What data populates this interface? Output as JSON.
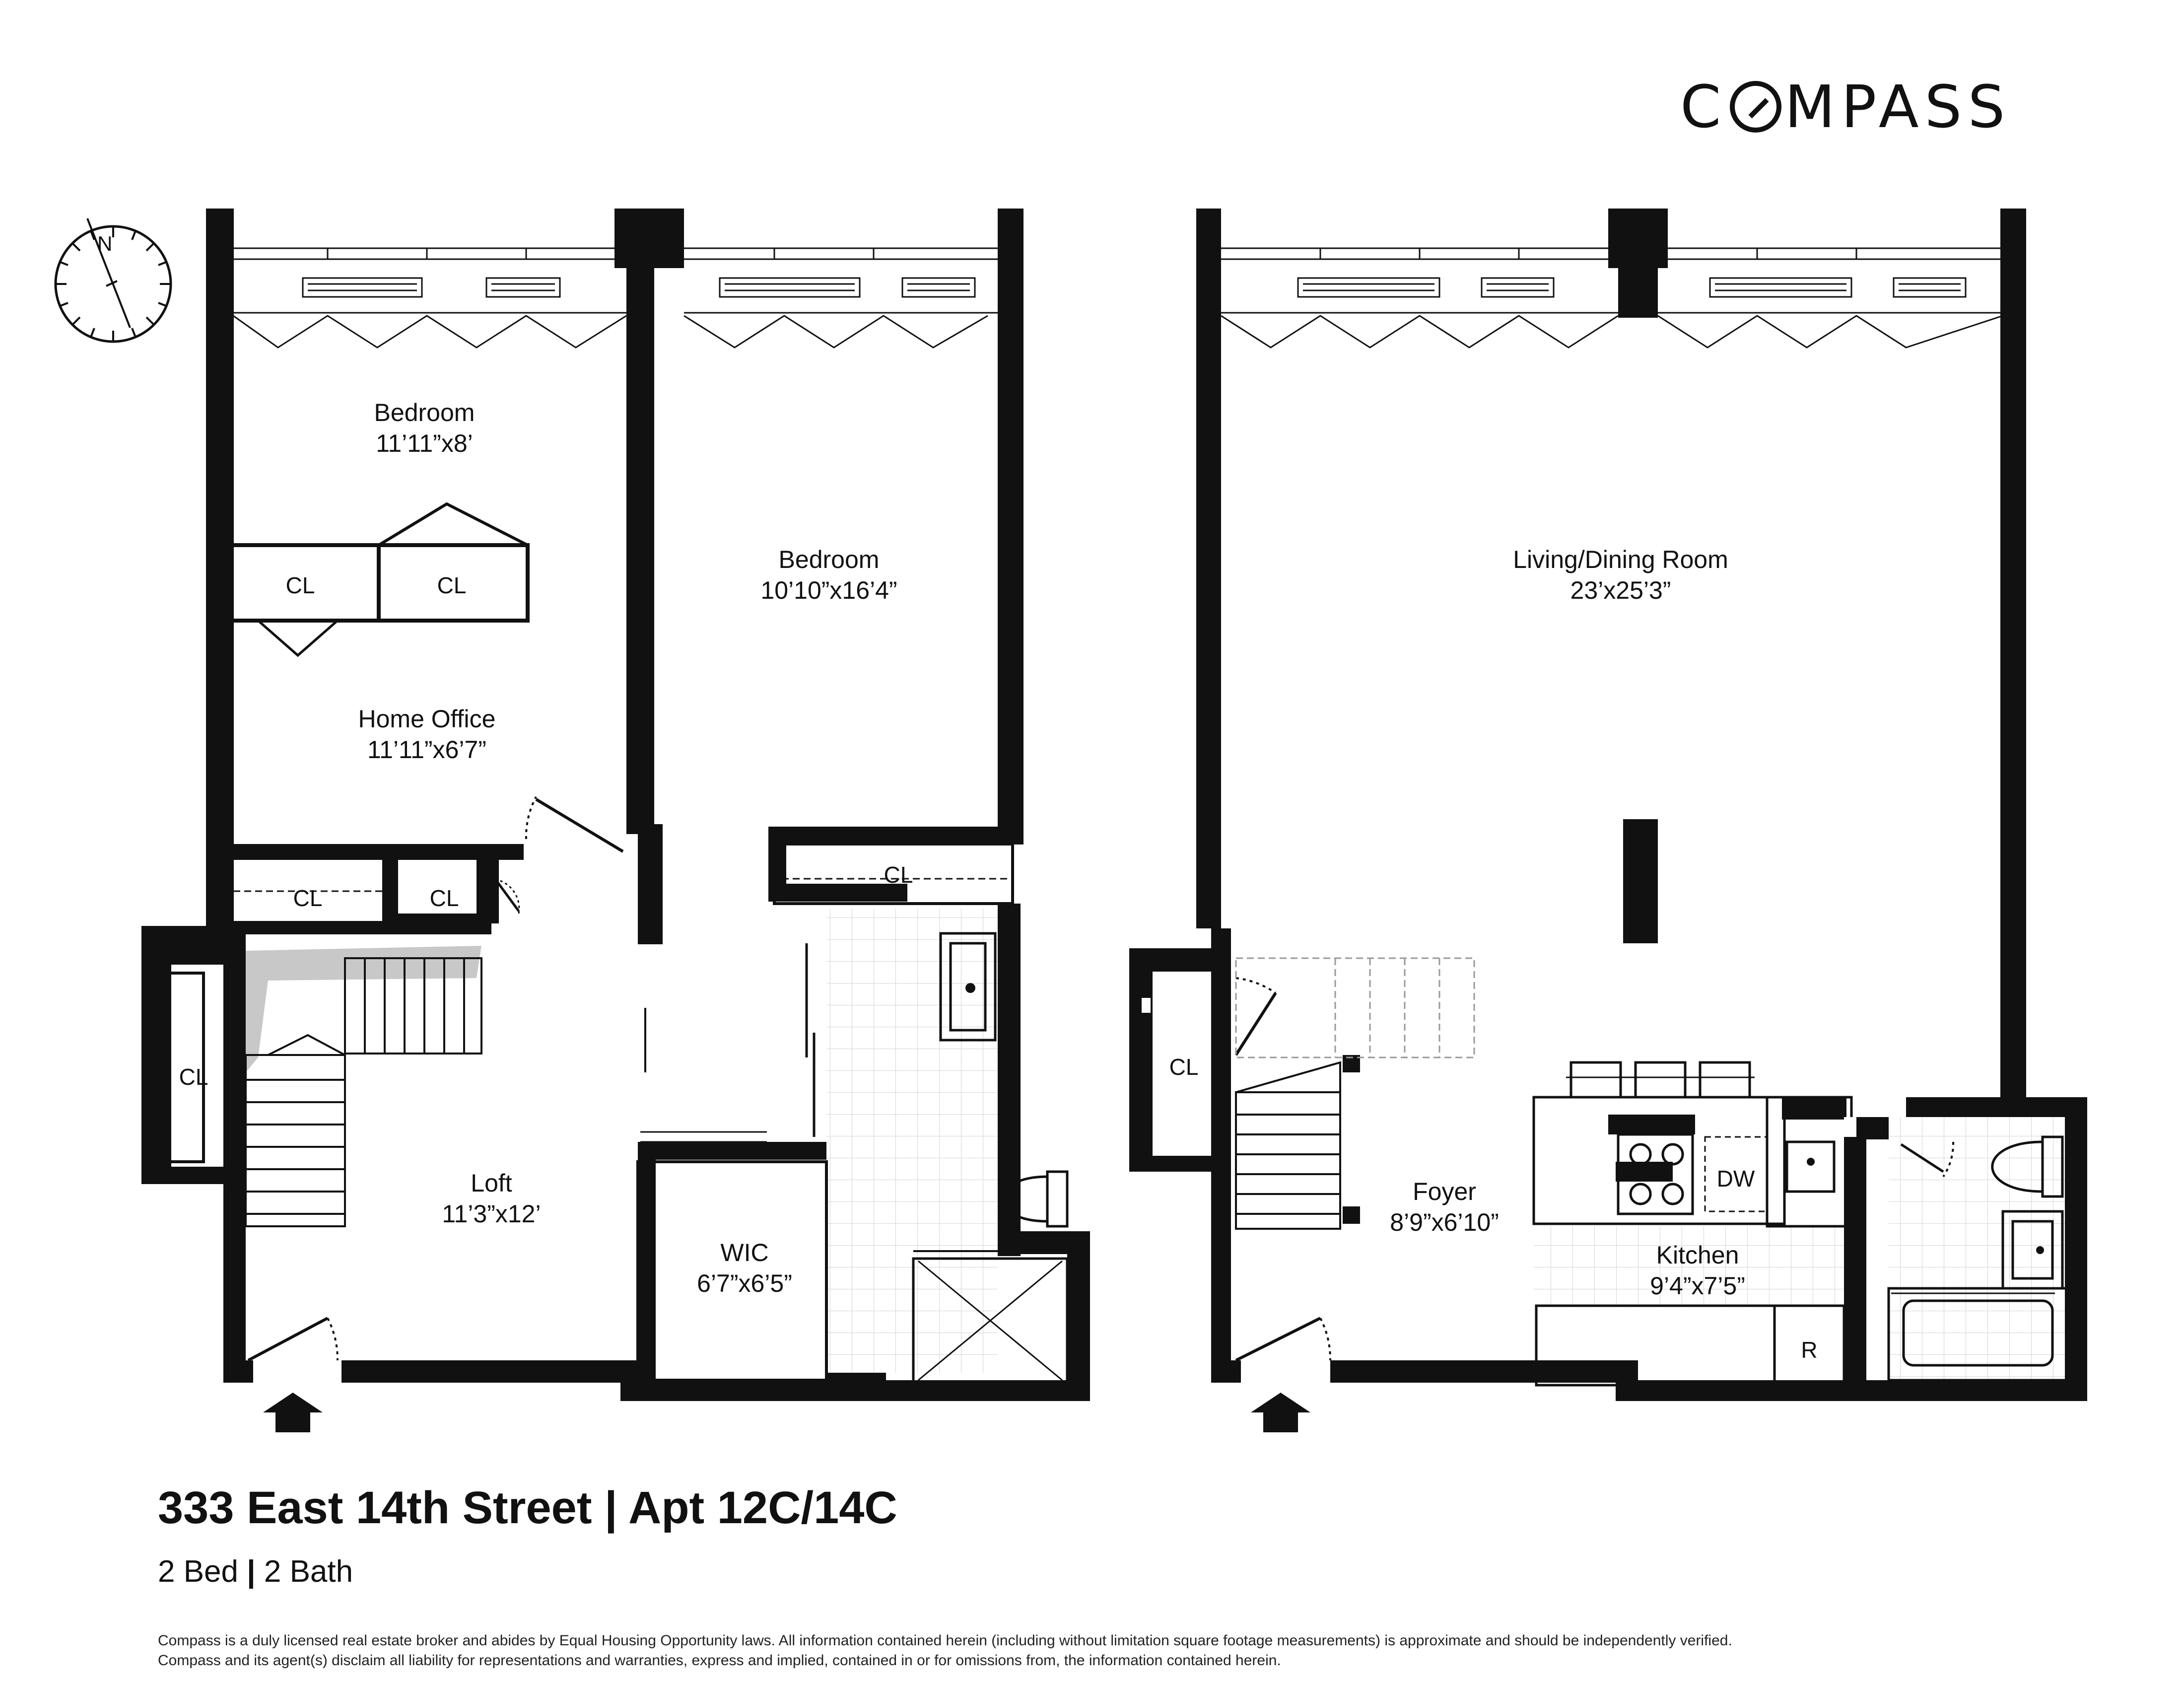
{
  "brand": {
    "name": "COMPASS"
  },
  "listing": {
    "address": "333 East 14th Street | Apt 12C/14C",
    "beds": "2 Bed",
    "baths": "2 Bath",
    "separator": "|"
  },
  "disclaimer": {
    "line1": "Compass is a duly licensed real estate broker and abides by Equal Housing Opportunity laws.  All information contained herein (including without limitation square footage measurements) is approximate and should be independently verified.",
    "line2": "Compass and its agent(s) disclaim all liability for representations and warranties, express and implied, contained in or for omissions from, the information contained herein."
  },
  "compass_rose": {
    "label": "N"
  },
  "rooms": {
    "bedroom1": {
      "name": "Bedroom",
      "dims": "11’11”x8’"
    },
    "bedroom2": {
      "name": "Bedroom",
      "dims": "10’10”x16’4”"
    },
    "home_office": {
      "name": "Home Office",
      "dims": "11’11”x6’7”"
    },
    "loft": {
      "name": "Loft",
      "dims": "11’3”x12’"
    },
    "wic": {
      "name": "WIC",
      "dims": "6’7”x6’5”"
    },
    "living": {
      "name": "Living/Dining Room",
      "dims": "23’x25’3”"
    },
    "foyer": {
      "name": "Foyer",
      "dims": "8’9”x6’10”"
    },
    "kitchen": {
      "name": "Kitchen",
      "dims": "9’4”x7’5”"
    }
  },
  "labels": {
    "closet": "CL",
    "dishwasher": "DW",
    "refrigerator": "R"
  },
  "colors": {
    "wall": "#111111",
    "stair_shade": "#c8c8c8",
    "tile": "#d9d9d9"
  }
}
